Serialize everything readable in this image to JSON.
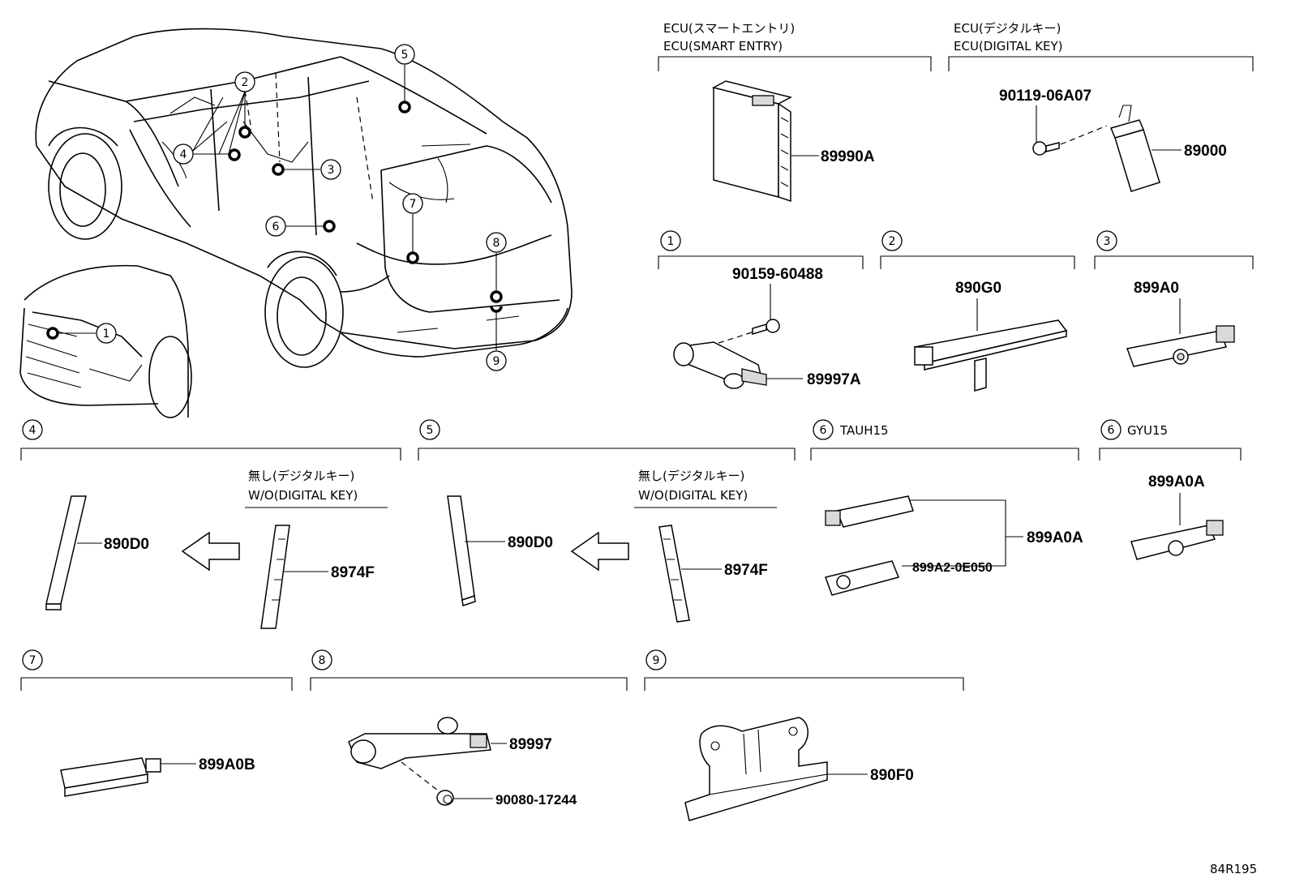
{
  "ecu_smart_entry": {
    "label_jp": "ECU(スマートエントリ)",
    "label_en": "ECU(SMART ENTRY)",
    "part": "89990A"
  },
  "ecu_digital_key": {
    "label_jp": "ECU(デジタルキー)",
    "label_en": "ECU(DIGITAL KEY)",
    "bolt": "90119-06A07",
    "part": "89000"
  },
  "car_callouts": [
    "1",
    "2",
    "3",
    "4",
    "5",
    "6",
    "7",
    "8",
    "9"
  ],
  "group1": {
    "num": "1",
    "bolt": "90159-60488",
    "part": "89997A"
  },
  "group2": {
    "num": "2",
    "part": "890G0"
  },
  "group3": {
    "num": "3",
    "part": "899A0"
  },
  "group4": {
    "num": "4",
    "note_jp": "無し(デジタルキー)",
    "note_en": "W/O(DIGITAL KEY)",
    "part_new": "890D0",
    "part_old": "8974F"
  },
  "group5": {
    "num": "5",
    "note_jp": "無し(デジタルキー)",
    "note_en": "W/O(DIGITAL KEY)",
    "part_new": "890D0",
    "part_old": "8974F"
  },
  "group6a": {
    "num": "6",
    "model": "TAUH15",
    "part": "899A0A",
    "sub": "899A2-0E050"
  },
  "group6b": {
    "num": "6",
    "model": "GYU15",
    "part": "899A0A"
  },
  "group7": {
    "num": "7",
    "part": "899A0B"
  },
  "group8": {
    "num": "8",
    "part": "89997",
    "nut": "90080-17244"
  },
  "group9": {
    "num": "9",
    "part": "890F0"
  },
  "diagram_code": "84R195"
}
